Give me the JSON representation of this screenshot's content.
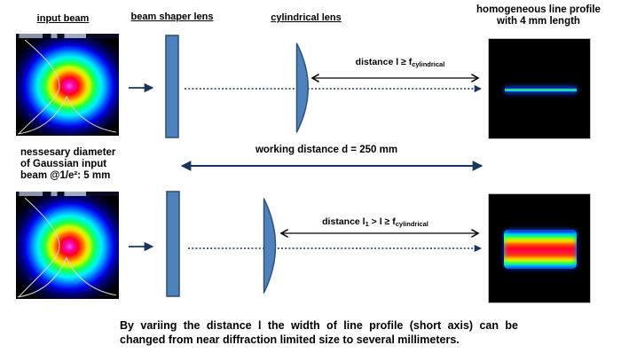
{
  "headers": {
    "input_beam": "input beam",
    "beam_shaper_lens": "beam shaper lens",
    "cylindrical_lens": "cylindrical lens",
    "line_profile_line1": "homogeneous line profile",
    "line_profile_line2": "with 4 mm length"
  },
  "annotations": {
    "distance_top": {
      "text": "distance l ≥ f",
      "sub": "cylindrical"
    },
    "distance_bottom": {
      "t1": "distance l",
      "s1": "1",
      "t2": " > l  ≥ f",
      "s2": "cylindrical"
    },
    "working_distance": "working distance d = 250 mm",
    "gaussian_note": {
      "line1": "nessesary diameter",
      "line2": "of Gaussian input",
      "line3": "beam @1/e²: 5 mm"
    },
    "caption": {
      "line1": "By variing  the distance l the width of line profile (short axis) can be",
      "line2": "changed from near diffraction limited size to several millimeters."
    }
  },
  "colors": {
    "background": "#ffffff",
    "lens_fill": "#4f81bd",
    "lens_stroke": "#2f5378",
    "arrow_navy": "#17365d",
    "arrow_black": "#000000",
    "text": "#000000",
    "profile_background": "#000000"
  }
}
